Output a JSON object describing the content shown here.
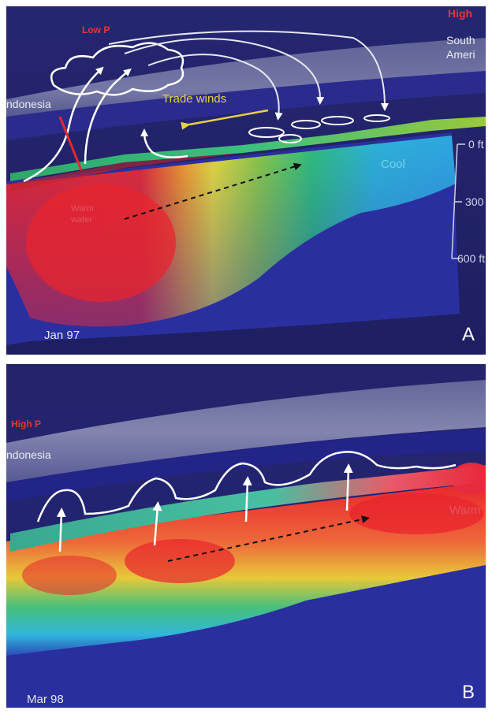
{
  "panel_a": {
    "label": "A",
    "date": "Jan 97",
    "low_pressure": "Low P",
    "high_pressure": "High",
    "region_west": "ndonesia",
    "region_east_1": "South",
    "region_east_2": "Ameri",
    "trade_winds": "Trade winds",
    "cool": "Cool",
    "warm_1": "Warm",
    "warm_2": "water",
    "depths": [
      "0 ft",
      "300",
      "600 ft"
    ]
  },
  "panel_b": {
    "label": "B",
    "date": "Mar 98",
    "high_pressure": "High P",
    "region_west": "ndonesia",
    "warm": "Warm"
  },
  "colors": {
    "ocean_background": "#24248a",
    "deep_water": "#2a2f9f",
    "cold_water": "#27b4de",
    "mid_water": "#3cc36a",
    "warm_yellow": "#e8d832",
    "warm_water": "#e82830",
    "pressure_label": "#e8353a",
    "trade_winds_label": "#e6cf4a"
  },
  "icons": [
    "cloud-outline-icon",
    "convection-arrow-icon",
    "trade-wind-arrow-icon",
    "current-dashed-arrow-icon"
  ]
}
